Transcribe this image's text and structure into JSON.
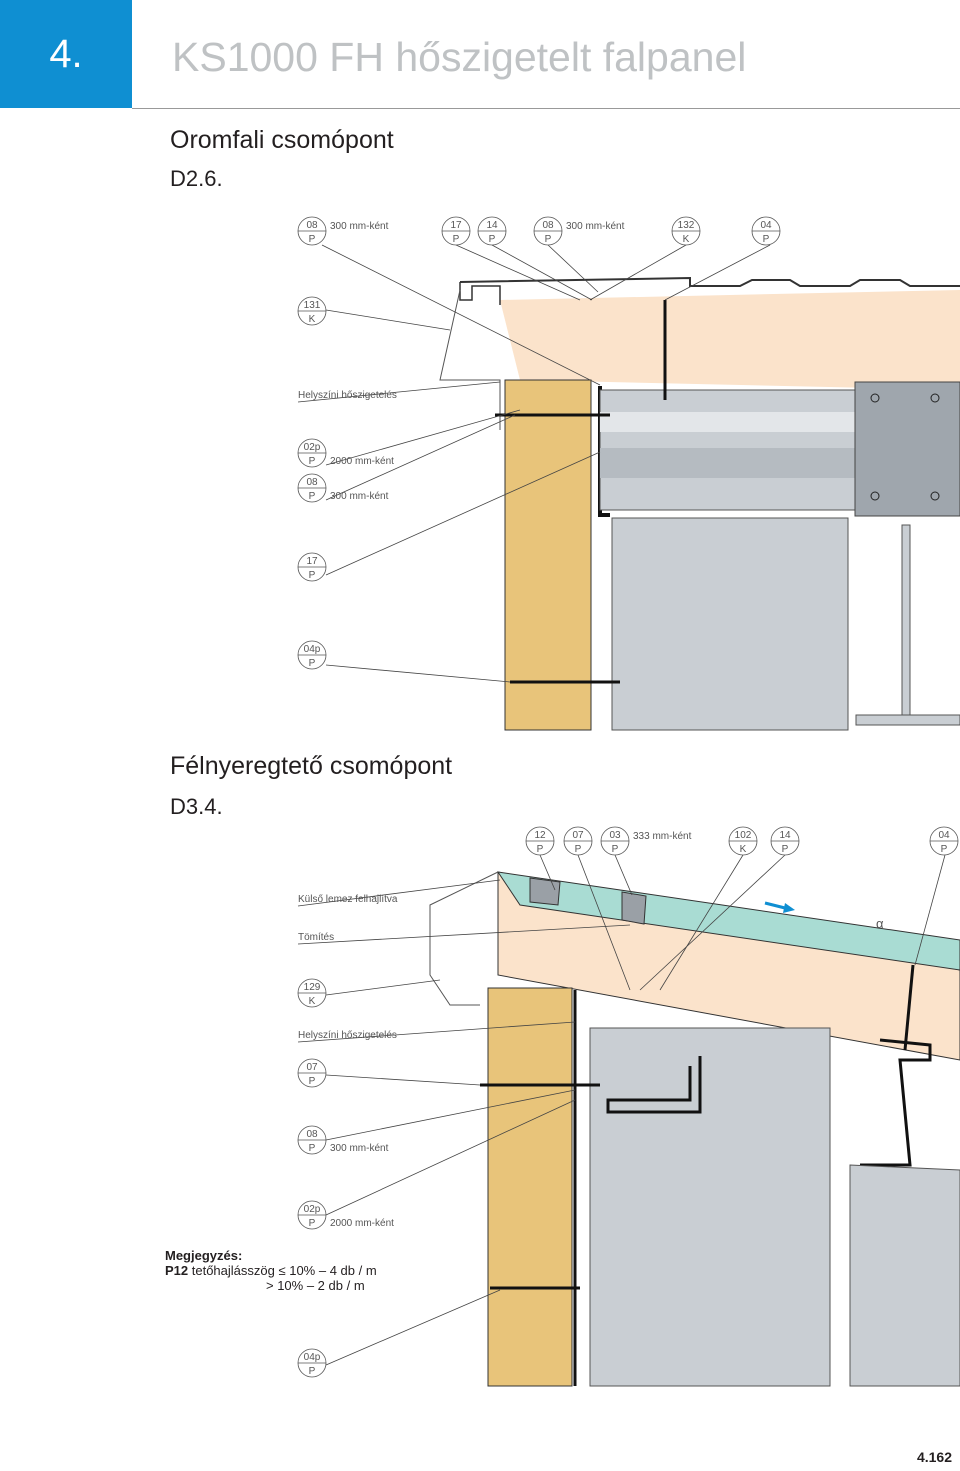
{
  "header": {
    "chapter_number": "4.",
    "title": "KS1000 FH hőszigetelt falpanel"
  },
  "section1": {
    "heading": "Oromfali csomópont",
    "code": "D2.6.",
    "callouts_top": [
      {
        "num": "08",
        "letter": "P",
        "note": "300 mm-ként"
      },
      {
        "num": "17",
        "letter": "P"
      },
      {
        "num": "14",
        "letter": "P"
      },
      {
        "num": "08",
        "letter": "P",
        "note": "300 mm-ként"
      },
      {
        "num": "132",
        "letter": "K"
      },
      {
        "num": "04",
        "letter": "P"
      }
    ],
    "callouts_left": [
      {
        "num": "131",
        "letter": "K"
      },
      {
        "text": "Helyszíni hőszigetelés"
      },
      {
        "num": "02p",
        "letter": "P",
        "note": "2000 mm-ként"
      },
      {
        "num": "08",
        "letter": "P",
        "note": "300 mm-ként"
      },
      {
        "num": "17",
        "letter": "P"
      },
      {
        "num": "04p",
        "letter": "P"
      }
    ]
  },
  "section2": {
    "heading": "Félnyeregtető csomópont",
    "code": "D3.4.",
    "callouts_top": [
      {
        "num": "12",
        "letter": "P"
      },
      {
        "num": "07",
        "letter": "P"
      },
      {
        "num": "03",
        "letter": "P",
        "note": "333 mm-ként"
      },
      {
        "num": "102",
        "letter": "K"
      },
      {
        "num": "14",
        "letter": "P"
      },
      {
        "num": "04",
        "letter": "P"
      }
    ],
    "callouts_left": [
      {
        "text": "Külső lemez felhajlítva"
      },
      {
        "text": "Tömítés"
      },
      {
        "num": "129",
        "letter": "K"
      },
      {
        "text": "Helyszíni hőszigetelés"
      },
      {
        "num": "07",
        "letter": "P"
      },
      {
        "num": "08",
        "letter": "P",
        "note": "300 mm-ként"
      },
      {
        "num": "02p",
        "letter": "P",
        "note": "2000 mm-ként"
      },
      {
        "num": "04p",
        "letter": "P"
      }
    ],
    "angle_symbol": "α"
  },
  "note": {
    "title": "Megjegyzés:",
    "item_code": "P12",
    "line1_text": " tetőhajlásszög ≤ 10% – 4 db / m",
    "line2_text": "> 10% – 2 db / m"
  },
  "page_number": "4.162",
  "colors": {
    "accent": "#0f8fd2",
    "insulation": "#fbe3cb",
    "wall_core": "#e8c47a",
    "steel": "#c9ced3",
    "roof_teal": "#a9dcd3"
  }
}
